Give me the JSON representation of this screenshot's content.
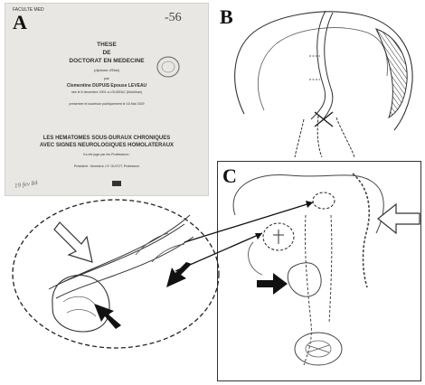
{
  "panel_a": {
    "label": "A",
    "stamp": "-56",
    "corner_text": "FACULTE MED",
    "title_lines": [
      "THESE",
      "DE",
      "DOCTORAT EN MEDECINE"
    ],
    "subtitle": "(diplome d'Etat)",
    "par": "par",
    "author": "Clementine DUPUIS Epouse LEVEAU",
    "born": "nee le 6 decembre 1901 a LOUDEAC (Morbihan)",
    "presented": "presentee et soutenue publiquement le 16 Mai 1929",
    "thesis_title_lines": [
      "LES HEMATOMES SOUS-DURAUX CHRONIQUES",
      "AVEC SIGNES NEUROLOGIQUES HOMOLATERAUX"
    ],
    "jury": "Il a ete juge par les Professeurs :",
    "president": "President : Monsieur J.F. GUYOT, Professeur",
    "handwritten": "19 fev 84"
  },
  "panel_b": {
    "label": "B"
  },
  "panel_c": {
    "label": "C"
  },
  "colors": {
    "ink": "#222222",
    "paper": "#e9e7e3",
    "background": "#ffffff"
  }
}
